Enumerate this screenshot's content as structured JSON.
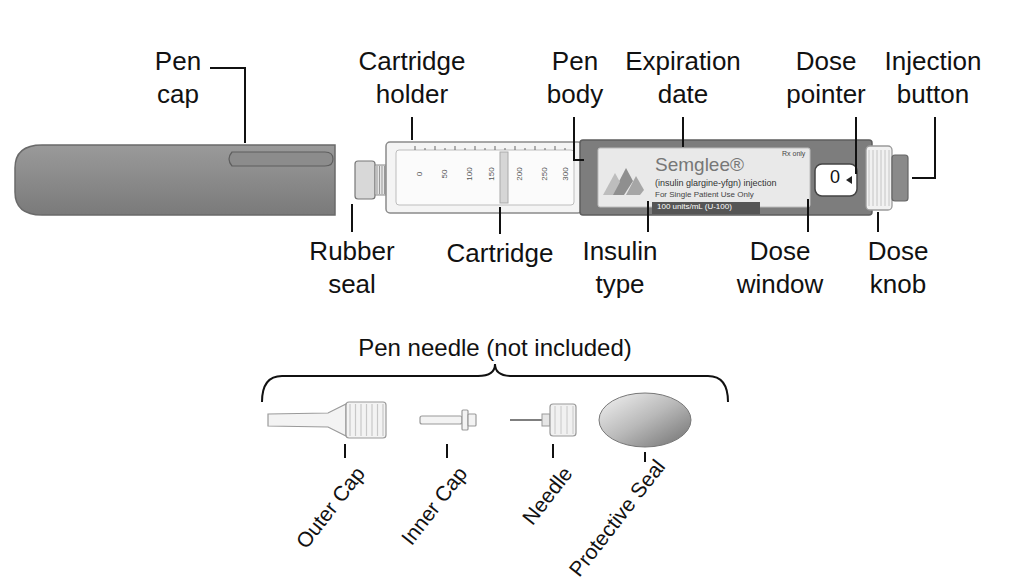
{
  "diagram": {
    "labels": [
      "Pen cap",
      "Cartridge holder",
      "Pen body",
      "Expiration date",
      "Dose pointer",
      "Injection button",
      "Rubber seal",
      "Cartridge",
      "Insulin type",
      "Dose window",
      "Dose knob",
      "Rx only",
      "Semglee®",
      "(insulin glargine-yfgn) injection",
      "For Single Patient Use Only",
      "100 units/mL (U-100)",
      "0",
      "0",
      "50",
      "100",
      "150",
      "200",
      "250",
      "300",
      "Pen needle (not included)",
      "Outer Cap",
      "Inner Cap",
      "Needle",
      "Protective Seal"
    ]
  }
}
